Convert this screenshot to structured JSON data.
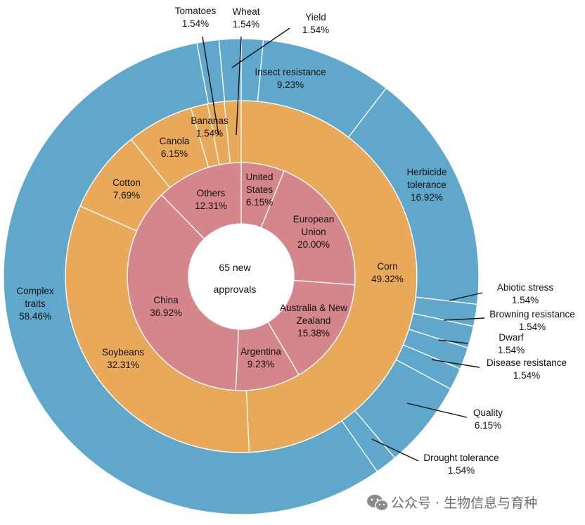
{
  "chart_data": {
    "type": "sunburst",
    "center_label_lines": [
      "65 new",
      "approvals"
    ],
    "colors": {
      "country_ring": "#d5868b",
      "crop_ring": "#e8a95a",
      "trait_ring": "#60a8cb",
      "separator": "#ffffff",
      "leader": "#111111"
    },
    "rings": [
      {
        "name": "country",
        "segments": [
          {
            "label": "United States",
            "lines": [
              "United",
              "States",
              "6.15%"
            ],
            "value": 6.15
          },
          {
            "label": "European Union",
            "lines": [
              "European",
              "Union",
              "20.00%"
            ],
            "value": 20.0
          },
          {
            "label": "Australia & New Zealand",
            "lines": [
              "Australia & New",
              "Zealand",
              "15.38%"
            ],
            "value": 15.38
          },
          {
            "label": "Argentina",
            "lines": [
              "Argentina",
              "9.23%"
            ],
            "value": 9.23
          },
          {
            "label": "China",
            "lines": [
              "China",
              "36.92%"
            ],
            "value": 36.92
          },
          {
            "label": "Others",
            "lines": [
              "Others",
              "12.31%"
            ],
            "value": 12.31
          }
        ]
      },
      {
        "name": "crop",
        "segments": [
          {
            "label": "Corn",
            "lines": [
              "Corn",
              "49.32%"
            ],
            "value": 49.32
          },
          {
            "label": "Soybeans",
            "lines": [
              "Soybeans",
              "32.31%"
            ],
            "value": 32.31
          },
          {
            "label": "Cotton",
            "lines": [
              "Cotton",
              "7.69%"
            ],
            "value": 7.69
          },
          {
            "label": "Canola",
            "lines": [
              "Canola",
              "6.15%"
            ],
            "value": 6.15
          },
          {
            "label": "Bananas",
            "lines": [
              "Bananas",
              "1.54%"
            ],
            "value": 1.54
          },
          {
            "label": "Tomatoes",
            "lines": [
              "Tomatoes",
              "1.54%"
            ],
            "value": 1.54
          },
          {
            "label": "Wheat",
            "lines": [
              "Wheat",
              "1.54%"
            ],
            "value": 1.54
          }
        ]
      },
      {
        "name": "trait",
        "segments": [
          {
            "label": "Yield",
            "lines": [
              "Yield",
              "1.54%"
            ],
            "value": 1.54
          },
          {
            "label": "Insect resistance",
            "lines": [
              "Insect resistance",
              "9.23%"
            ],
            "value": 9.23
          },
          {
            "label": "Herbicide tolerance",
            "lines": [
              "Herbicide",
              "tolerance",
              "16.92%"
            ],
            "value": 16.92
          },
          {
            "label": "Abiotic stress",
            "lines": [
              "Abiotic stress",
              "1.54%"
            ],
            "value": 1.54
          },
          {
            "label": "Browning resistance",
            "lines": [
              "Browning resistance",
              "1.54%"
            ],
            "value": 1.54
          },
          {
            "label": "Dwarf",
            "lines": [
              "Dwarf",
              "1.54%"
            ],
            "value": 1.54
          },
          {
            "label": "Disease resistance",
            "lines": [
              "Disease resistance",
              "1.54%"
            ],
            "value": 1.54
          },
          {
            "label": "Quality",
            "lines": [
              "Quality",
              "6.15%"
            ],
            "value": 6.15
          },
          {
            "label": "Drought tolerance",
            "lines": [
              "Drought tolerance",
              "1.54%"
            ],
            "value": 1.54
          },
          {
            "label": "Complex traits",
            "lines": [
              "Complex",
              "traits",
              "58.46%"
            ],
            "value": 58.46
          },
          {
            "label": "Tomatoes",
            "lines": [],
            "value": 1.54
          },
          {
            "label": "Wheat",
            "lines": [],
            "value": 1.54
          }
        ]
      }
    ]
  },
  "watermark": {
    "icon": "wechat-icon",
    "text": "公众号 · 生物信息与育种"
  }
}
